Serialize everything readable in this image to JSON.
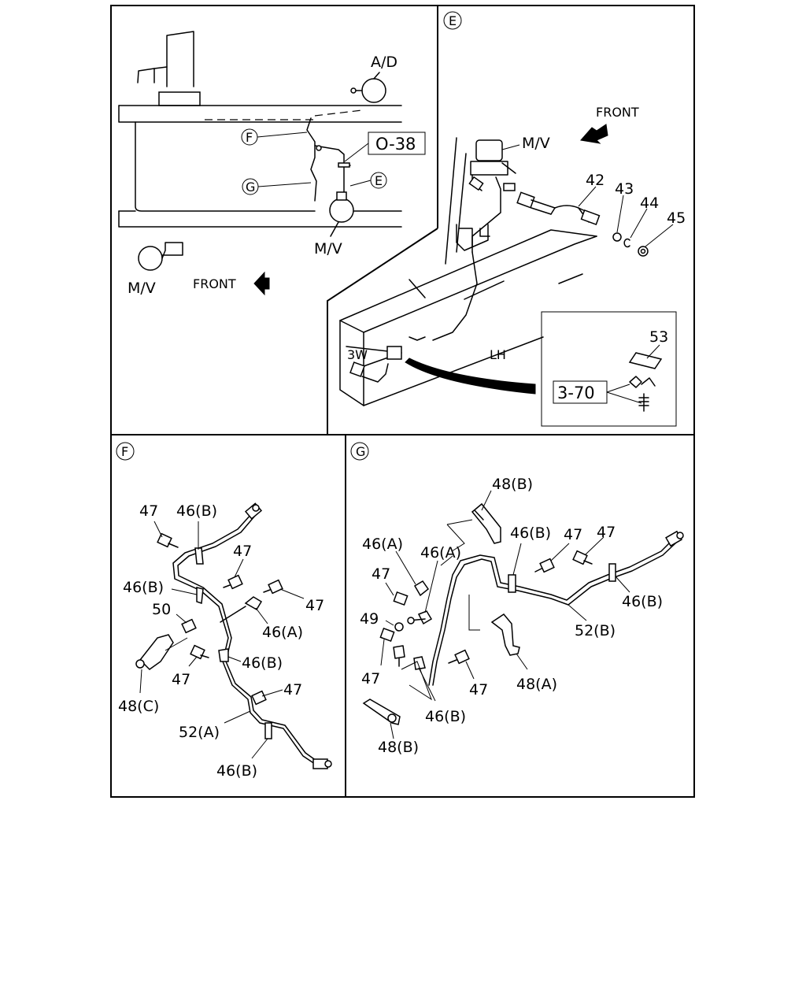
{
  "panels": {
    "overview": {
      "label_ad": "A/D",
      "label_ref": "O-38",
      "callout_f": "F",
      "callout_g": "G",
      "callout_e": "E",
      "label_mv_frame": "M/V",
      "label_mv_small": "M/V",
      "label_front": "FRONT"
    },
    "e": {
      "id": "E",
      "label_front": "FRONT",
      "label_mv": "M/V",
      "parts": [
        "42",
        "43",
        "44",
        "45"
      ],
      "label_3w": "3W",
      "label_lh": "LH",
      "inset_part": "53",
      "inset_ref": "3-70"
    },
    "f": {
      "id": "F",
      "labels": {
        "p47a": "47",
        "p46b_top": "46(B)",
        "p47b": "47",
        "p46b_left": "46(B)",
        "p47c": "47",
        "p50": "50",
        "p46a": "46(A)",
        "p47d": "47",
        "p46b_mid": "46(B)",
        "p48c": "48(C)",
        "p47e": "47",
        "p52a": "52(A)",
        "p46b_bot": "46(B)"
      }
    },
    "g": {
      "id": "G",
      "labels": {
        "p48b_top": "48(B)",
        "p46a_l": "46(A)",
        "p46a_r": "46(A)",
        "p46b_top": "46(B)",
        "p47a": "47",
        "p47b": "47",
        "p47c": "47",
        "p49": "49",
        "p46b_right": "46(B)",
        "p52b": "52(B)",
        "p47d": "47",
        "p47e": "47",
        "p48a": "48(A)",
        "p46b_bot": "46(B)",
        "p48b_bot": "48(B)"
      }
    }
  }
}
